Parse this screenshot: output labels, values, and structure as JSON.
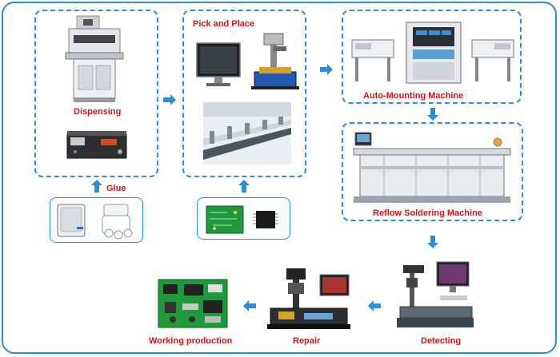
{
  "labels": {
    "dispensing": "Dispensing",
    "pick_and_place": "Pick and Place",
    "auto_mounting": "Auto-Mounting Machine",
    "glue": "Glue",
    "reflow": "Reflow Soldering Machine",
    "detecting": "Detecting",
    "repair": "Repair",
    "working_production": "Working production"
  },
  "colors": {
    "accent_blue": "#2a8fd6",
    "label_red": "#d3171b"
  }
}
